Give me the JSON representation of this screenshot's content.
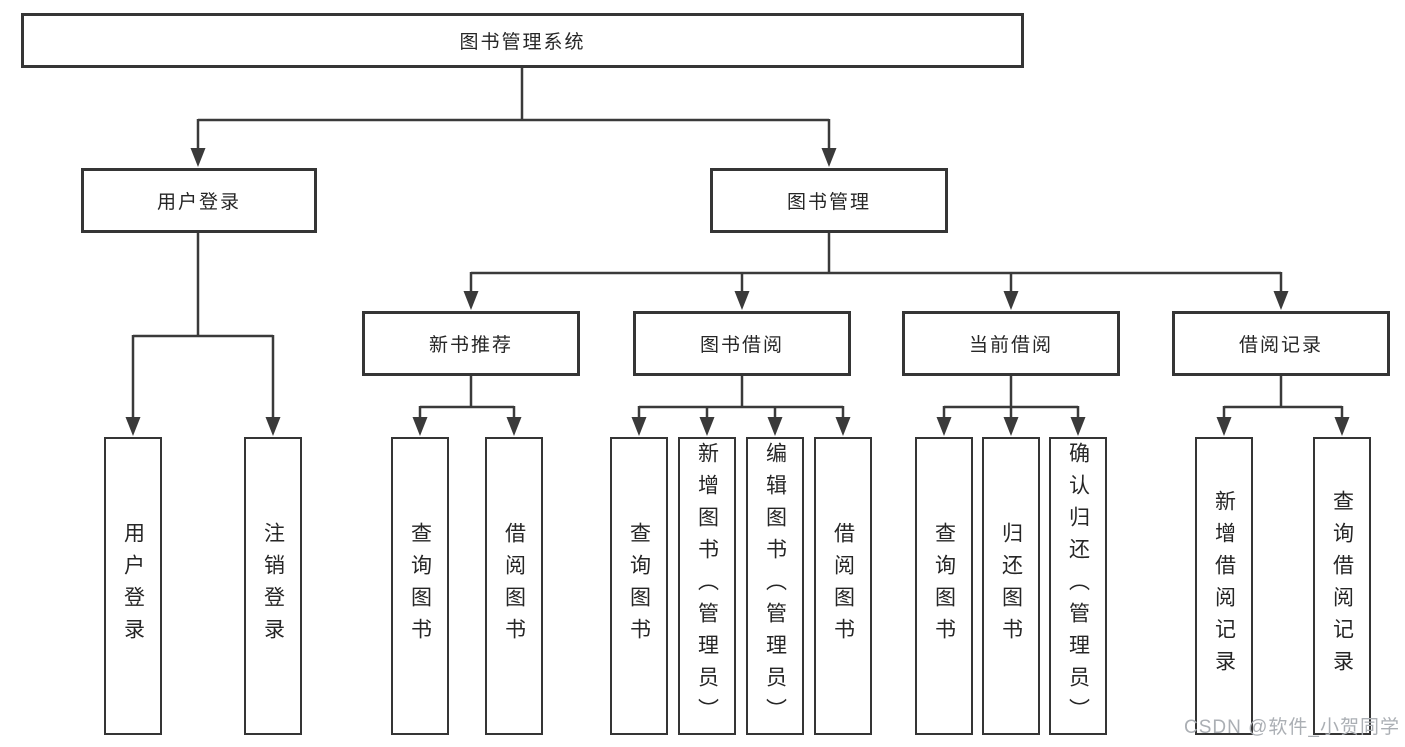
{
  "diagram": {
    "root": {
      "label": "图书管理系统"
    },
    "user_login": {
      "label": "用户登录",
      "children": {
        "login": "用户登录",
        "logout": "注销登录"
      }
    },
    "book_management": {
      "label": "图书管理"
    },
    "new_book_recommend": {
      "label": "新书推荐",
      "children": {
        "query_books": "查询图书",
        "borrow_books": "借阅图书"
      }
    },
    "book_borrowing": {
      "label": "图书借阅",
      "children": {
        "query_books": "查询图书",
        "add_books": "新增图书（管理员）",
        "edit_books": "编辑图书（管理员）",
        "borrow_books": "借阅图书"
      }
    },
    "current_borrowing": {
      "label": "当前借阅",
      "children": {
        "query_books": "查询图书",
        "return_books": "归还图书",
        "confirm_return": "确认归还（管理员）"
      }
    },
    "borrowing_records": {
      "label": "借阅记录",
      "children": {
        "add_record": "新增借阅记录",
        "query_record": "查询借阅记录"
      }
    },
    "watermark": "CSDN @软件_小贺同学",
    "colors": {
      "line": "#3a3a3a",
      "border": "#353535",
      "text": "#262626",
      "watermark": "#abafb4"
    }
  }
}
